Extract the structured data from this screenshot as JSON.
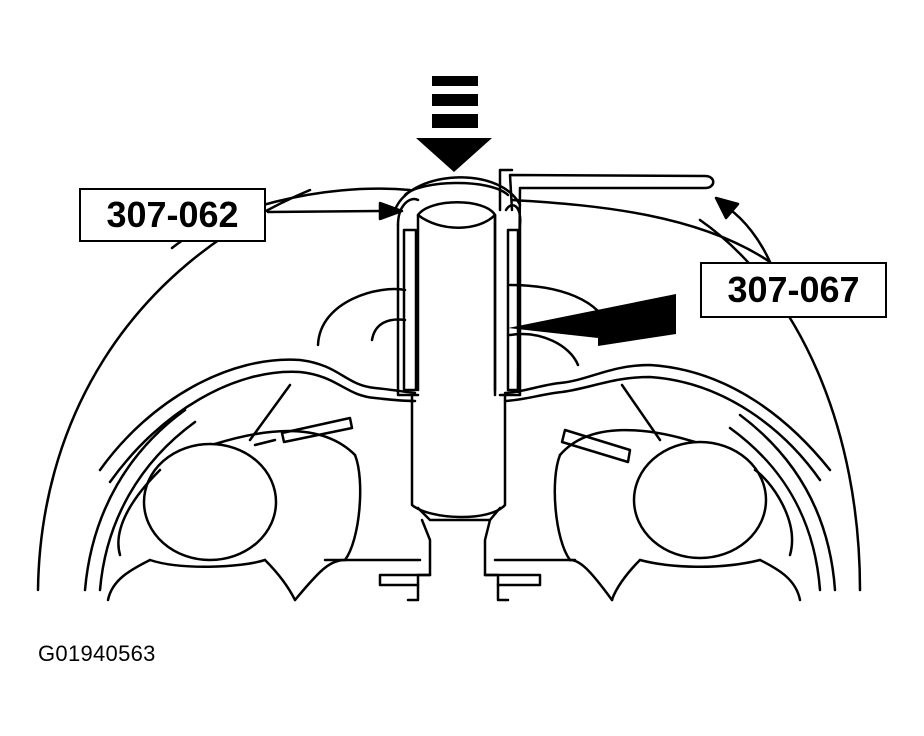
{
  "callouts": {
    "tool_left": "307-062",
    "tool_right": "307-067"
  },
  "figure_id": "G01940563",
  "colors": {
    "line": "#000000",
    "background": "#ffffff"
  },
  "icons": {
    "press_direction": "arrow-down-dashed-icon",
    "insert_direction": "arrow-left-filled-icon"
  }
}
